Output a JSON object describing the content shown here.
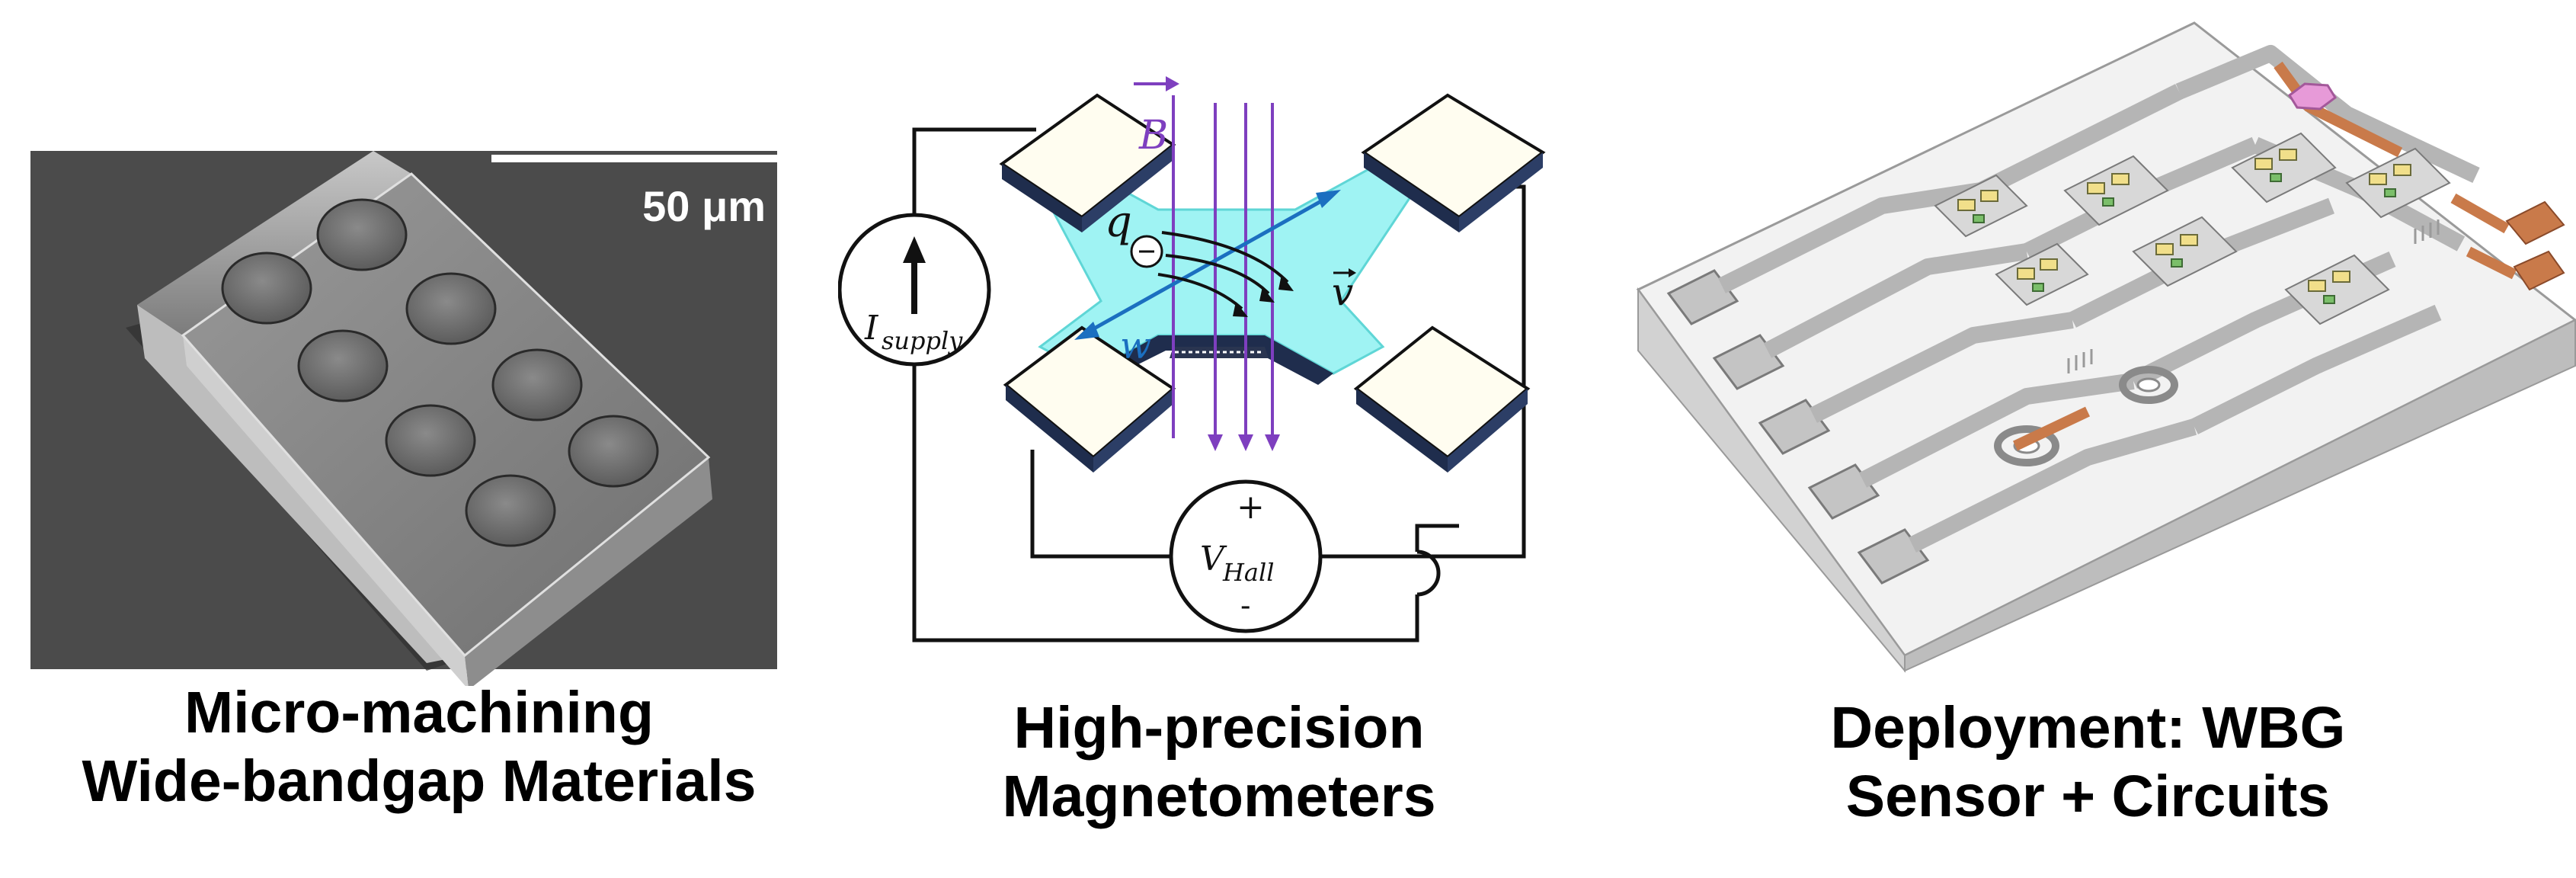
{
  "panels": [
    {
      "caption_line1": "Micro-machining",
      "caption_line2": "Wide-bandgap Materials",
      "scale_bar_label": "50 μm"
    },
    {
      "caption_line1": "High-precision",
      "caption_line2": "Magnetometers",
      "labels": {
        "B": "B",
        "q": "q",
        "w": "w",
        "v": "v",
        "I_main": "I",
        "I_sub": "supply",
        "V_main": "V",
        "V_sub": "Hall",
        "plus": "+",
        "minus": "-"
      }
    },
    {
      "caption_line1": "Deployment: WBG",
      "caption_line2": "Sensor + Circuits"
    }
  ],
  "colors": {
    "sem_bg": "#4a4a4a",
    "channel": "#9ff3f3",
    "arrow_blue": "#1b6fc0",
    "field_purple": "#7e3fbf",
    "pad_fill": "#fffdf0",
    "pad_edge": "#1f2d4d",
    "die_gray": "#d6d6d6",
    "copper": "#c97a4a",
    "accent_pink": "#e79ad8"
  }
}
